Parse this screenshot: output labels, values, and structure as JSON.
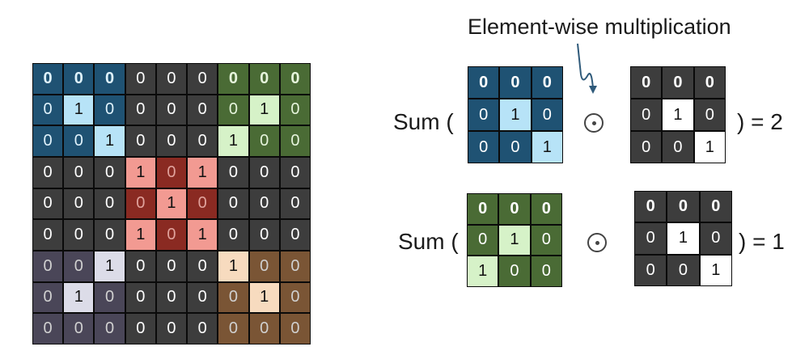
{
  "title": "Element-wise multiplication",
  "big_matrix": [
    [
      "0",
      "0",
      "0",
      "0",
      "0",
      "0",
      "0",
      "0",
      "0"
    ],
    [
      "0",
      "1",
      "0",
      "0",
      "0",
      "0",
      "0",
      "1",
      "0"
    ],
    [
      "0",
      "0",
      "1",
      "0",
      "0",
      "0",
      "1",
      "0",
      "0"
    ],
    [
      "0",
      "0",
      "0",
      "1",
      "0",
      "1",
      "0",
      "0",
      "0"
    ],
    [
      "0",
      "0",
      "0",
      "0",
      "1",
      "0",
      "0",
      "0",
      "0"
    ],
    [
      "0",
      "0",
      "0",
      "1",
      "0",
      "1",
      "0",
      "0",
      "0"
    ],
    [
      "0",
      "0",
      "1",
      "0",
      "0",
      "0",
      "1",
      "0",
      "0"
    ],
    [
      "0",
      "1",
      "0",
      "0",
      "0",
      "0",
      "0",
      "1",
      "0"
    ],
    [
      "0",
      "0",
      "0",
      "0",
      "0",
      "0",
      "0",
      "0",
      "0"
    ]
  ],
  "colors": {
    "dark": "#3d3d3d",
    "blue": "#1f5273",
    "blue_light": "#b7e3f7",
    "green": "#4a6b35",
    "green_light": "#d6f2c8",
    "red": "#8a2a22",
    "red_light": "#f29a92",
    "purple": "#4a4658",
    "purple_light": "#dcdce8",
    "brown": "#7a5535",
    "brown_light": "#f7dbbf",
    "white": "#ffffff"
  },
  "eq1": {
    "sum_label": "Sum (",
    "result": ") = 2",
    "patch": [
      [
        "0",
        "0",
        "0"
      ],
      [
        "0",
        "1",
        "0"
      ],
      [
        "0",
        "0",
        "1"
      ]
    ],
    "kernel": [
      [
        "0",
        "0",
        "0"
      ],
      [
        "0",
        "1",
        "0"
      ],
      [
        "0",
        "0",
        "1"
      ]
    ]
  },
  "eq2": {
    "sum_label": "Sum (",
    "result": ") = 1",
    "patch": [
      [
        "0",
        "0",
        "0"
      ],
      [
        "0",
        "1",
        "0"
      ],
      [
        "1",
        "0",
        "0"
      ]
    ],
    "kernel": [
      [
        "0",
        "0",
        "0"
      ],
      [
        "0",
        "1",
        "0"
      ],
      [
        "0",
        "0",
        "1"
      ]
    ]
  }
}
